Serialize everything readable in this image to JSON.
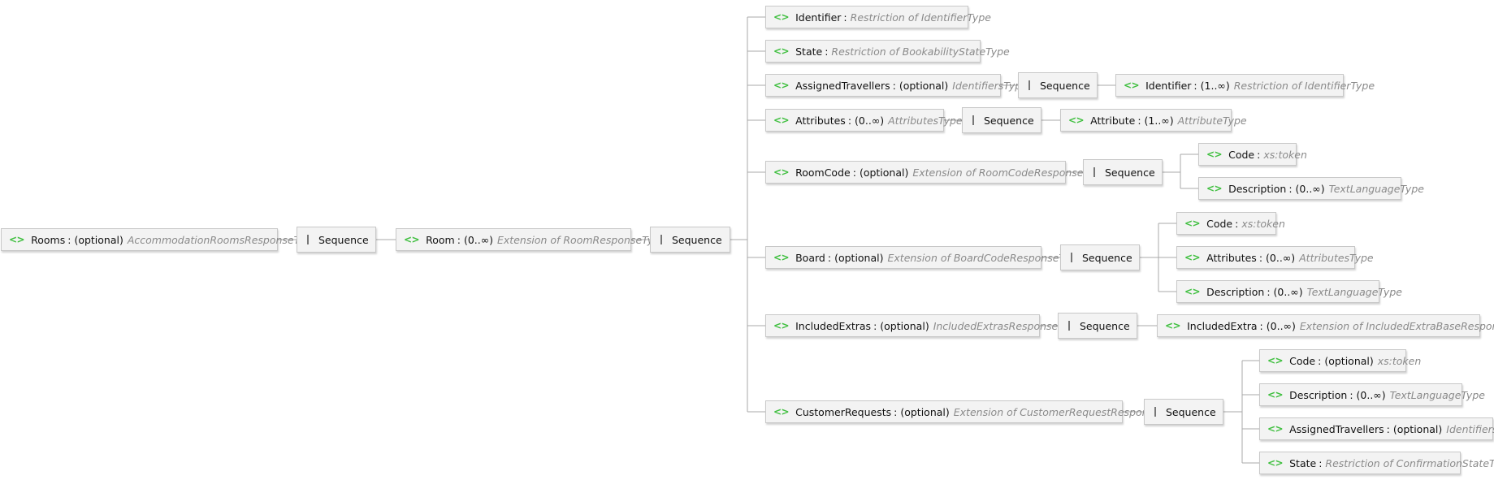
{
  "sequence_label": "Sequence",
  "icon": "element-icon",
  "root": {
    "name": "Rooms",
    "card": "(optional)",
    "type": "AccommodationRoomsResponseType"
  },
  "room": {
    "name": "Room",
    "card": "(0..∞)",
    "type": "Extension of RoomResponseType"
  },
  "room_children": [
    {
      "name": "Identifier",
      "card": "",
      "type": "Restriction of IdentifierType"
    },
    {
      "name": "State",
      "card": "",
      "type": "Restriction of BookabilityStateType"
    },
    {
      "name": "AssignedTravellers",
      "card": "(optional)",
      "type": "IdentifiersType"
    },
    {
      "name": "Attributes",
      "card": "(0..∞)",
      "type": "AttributesType"
    },
    {
      "name": "RoomCode",
      "card": "(optional)",
      "type": "Extension of RoomCodeResponseType"
    },
    {
      "name": "Board",
      "card": "(optional)",
      "type": "Extension of BoardCodeResponseType"
    },
    {
      "name": "IncludedExtras",
      "card": "(optional)",
      "type": "IncludedExtrasResponseType"
    },
    {
      "name": "CustomerRequests",
      "card": "(optional)",
      "type": "Extension of CustomerRequestResponseType"
    }
  ],
  "assigned_travellers_children": [
    {
      "name": "Identifier",
      "card": "(1..∞)",
      "type": "Restriction of IdentifierType"
    }
  ],
  "attributes_children": [
    {
      "name": "Attribute",
      "card": "(1..∞)",
      "type": "AttributeType"
    }
  ],
  "roomcode_children": [
    {
      "name": "Code",
      "card": "",
      "type": "xs:token"
    },
    {
      "name": "Description",
      "card": "(0..∞)",
      "type": "TextLanguageType"
    }
  ],
  "board_children": [
    {
      "name": "Code",
      "card": "",
      "type": "xs:token"
    },
    {
      "name": "Attributes",
      "card": "(0..∞)",
      "type": "AttributesType"
    },
    {
      "name": "Description",
      "card": "(0..∞)",
      "type": "TextLanguageType"
    }
  ],
  "included_extras_children": [
    {
      "name": "IncludedExtra",
      "card": "(0..∞)",
      "type": "Extension of IncludedExtraBaseResponseType"
    }
  ],
  "customer_requests_children": [
    {
      "name": "Code",
      "card": "(optional)",
      "type": "xs:token"
    },
    {
      "name": "Description",
      "card": "(0..∞)",
      "type": "TextLanguageType"
    },
    {
      "name": "AssignedTravellers",
      "card": "(optional)",
      "type": "IdentifiersType"
    },
    {
      "name": "State",
      "card": "",
      "type": "Restriction of ConfirmationStateType"
    }
  ]
}
